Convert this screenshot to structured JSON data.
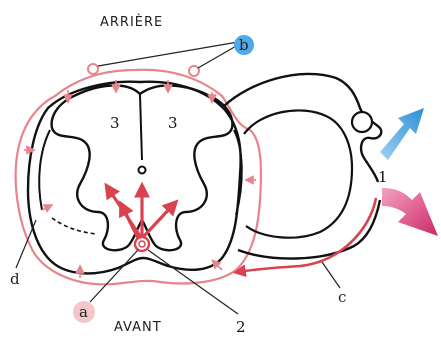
{
  "labels": {
    "top": "ARRIÈRE",
    "bottom": "AVANT",
    "b": "b",
    "a": "a",
    "c": "c",
    "d": "d",
    "one": "1",
    "two": "2",
    "three_left": "3",
    "three_right": "3"
  },
  "colors": {
    "outline": "#111111",
    "pink": "#e8848c",
    "red_arrow": "#d9424e",
    "magenta_arrow": "#d8336f",
    "blue_arrow": "#3a9fdc",
    "b_badge": "#4fa9e6",
    "a_badge": "#f4c6c9"
  }
}
